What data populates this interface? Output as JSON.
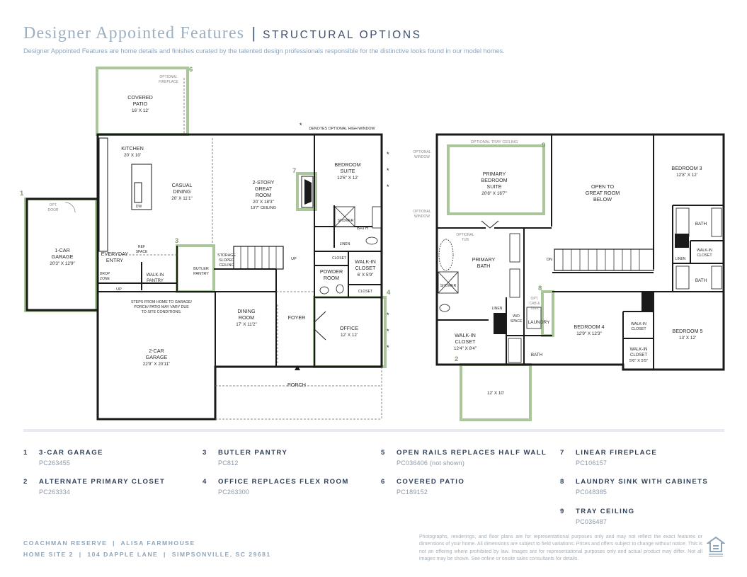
{
  "header": {
    "title": "Designer Appointed Features",
    "separator": "|",
    "section": "STRUCTURAL OPTIONS",
    "subtitle": "Designer Appointed Features are home details and finishes curated by the talented design professionals responsible for the distinctive looks found in our model homes."
  },
  "floor1": {
    "covered_patio": {
      "name": "COVERED",
      "name2": "PATIO",
      "dims": "16' X 12'"
    },
    "optional_fireplace": {
      "line1": "OPTIONAL",
      "line2": "FIREPLACE"
    },
    "kitchen": {
      "name": "KITCHEN",
      "dims": "20' X 10'"
    },
    "casual_dining": {
      "name": "CASUAL",
      "name2": "DINING",
      "dims": "20' X 11'1\""
    },
    "great_room": {
      "name": "2-STORY",
      "name2": "GREAT",
      "name3": "ROOM",
      "dims": "20' X 18'3\"",
      "ceiling": "19'7\" CEILING"
    },
    "high_window_note": "DENOTES OPTIONAL HIGH WINDOW",
    "bedroom_suite": {
      "name": "BEDROOM",
      "name2": "SUITE",
      "dims": "12'6\" X 12'"
    },
    "shower": "SHOWER",
    "bath": "BATH",
    "linen": "LINEN",
    "closet": "CLOSET",
    "closet2": "CLOSET",
    "powder_room": {
      "name": "POWDER",
      "name2": "ROOM"
    },
    "walk_in_closet": {
      "name": "WALK-IN",
      "name2": "CLOSET",
      "dims": "6' X 5'9\""
    },
    "garage_1car": {
      "name": "1-CAR",
      "name2": "GARAGE",
      "dims": "20'3\" X 12'9\""
    },
    "opt_door": {
      "line1": "OPT.",
      "line2": "DOOR"
    },
    "dw": "DW",
    "ref_space": {
      "line1": "REF",
      "line2": "SPACE"
    },
    "everyday_entry": {
      "name": "EVERYDAY",
      "name2": "ENTRY"
    },
    "drop_zone": {
      "line1": "DROP",
      "line2": "ZONE"
    },
    "walk_in_pantry": {
      "name": "WALK-IN",
      "name2": "PANTRY"
    },
    "butler_pantry": {
      "name": "BUTLER",
      "name2": "PANTRY"
    },
    "storage": {
      "line1": "STORAGE",
      "line2": "SLOPED",
      "line3": "CEILING"
    },
    "up": "UP",
    "up2": "UP",
    "steps_note": {
      "line1": "STEPS FROM HOME TO GARAGE/",
      "line2": "PORCH/ PATIO MAY VARY DUE",
      "line3": "TO SITE CONDITIONS."
    },
    "dining_room": {
      "name": "DINING",
      "name2": "ROOM",
      "dims": "17' X 11'2\""
    },
    "foyer": "FOYER",
    "office": {
      "name": "OFFICE",
      "dims": "12' X 12'"
    },
    "garage_2car": {
      "name": "2-CAR",
      "name2": "GARAGE",
      "dims": "22'9\" X 20'11\""
    },
    "porch": "PORCH"
  },
  "floor2": {
    "tray_ceiling": "OPTIONAL TRAY CEILING",
    "opt_window_1": {
      "line1": "OPTIONAL",
      "line2": "WINDOW"
    },
    "opt_window_2": {
      "line1": "OPTIONAL",
      "line2": "WINDOW"
    },
    "primary_suite": {
      "name": "PRIMARY",
      "name2": "BEDROOM",
      "name3": "SUITE",
      "dims": "20'8\" X 16'7\""
    },
    "open_to_great_room": {
      "line1": "OPEN TO",
      "line2": "GREAT ROOM",
      "line3": "BELOW"
    },
    "bedroom3": {
      "name": "BEDROOM 3",
      "dims": "12'8\" X 12'"
    },
    "optional_tub": {
      "line1": "OPTIONAL",
      "line2": "TUB"
    },
    "primary_bath": {
      "name": "PRIMARY",
      "name2": "BATH"
    },
    "shower": "SHOWER",
    "dn": "DN",
    "bath_a": "BATH",
    "linen_a": "LINEN",
    "walk_in_closet_a": {
      "line1": "WALK-IN",
      "line2": "CLOSET"
    },
    "bath_b": "BATH",
    "linen_b": "LINEN",
    "opt_cab_sink": {
      "line1": "OPT.",
      "line2": "CAB &",
      "line3": "SINK"
    },
    "wd_space": {
      "line1": "W/D",
      "line2": "SPACE"
    },
    "laundry": "LAUNDRY",
    "bedroom4": {
      "name": "BEDROOM 4",
      "dims": "12'9\" X 12'3\""
    },
    "walk_in_closet_b": {
      "line1": "WALK-IN",
      "line2": "CLOSET"
    },
    "bedroom5": {
      "name": "BEDROOM 5",
      "dims": "13' X 12'"
    },
    "primary_closet": {
      "name": "WALK-IN",
      "name2": "CLOSET",
      "dims": "12'4\" X 8'4\""
    },
    "bath_c": "BATH",
    "walk_in_closet_c": {
      "line1": "WALK-IN",
      "line2": "CLOSET",
      "dims": "5'6\" X 5'5\""
    },
    "alt_closet": {
      "dims": "12' X 10'"
    }
  },
  "callouts": [
    "1",
    "2",
    "3",
    "4",
    "6",
    "7",
    "8",
    "9"
  ],
  "options": [
    {
      "num": "1",
      "name": "3-CAR GARAGE",
      "code": "PC263455"
    },
    {
      "num": "2",
      "name": "ALTERNATE PRIMARY CLOSET",
      "code": "PC263334"
    },
    {
      "num": "3",
      "name": "BUTLER PANTRY",
      "code": "PC812"
    },
    {
      "num": "4",
      "name": "OFFICE REPLACES FLEX ROOM",
      "code": "PC263300"
    },
    {
      "num": "5",
      "name": "OPEN RAILS REPLACES HALF WALL",
      "code": "PC036406 (not shown)"
    },
    {
      "num": "6",
      "name": "COVERED PATIO",
      "code": "PC189152"
    },
    {
      "num": "7",
      "name": "LINEAR FIREPLACE",
      "code": "PC106157"
    },
    {
      "num": "8",
      "name": "LAUNDRY SINK WITH CABINETS",
      "code": "PC048385"
    },
    {
      "num": "9",
      "name": "TRAY CEILING",
      "code": "PC036487"
    }
  ],
  "footer": {
    "line1": "COACHMAN RESERVE  |  ALISA FARMHOUSE",
    "line2": "HOME SITE 2  |  104 DAPPLE LANE  |  SIMPSONVILLE, SC 29681",
    "disclaimer": "Photographs, renderings, and floor plans are for representational purposes only and may not reflect the exact features or dimensions of your home. All dimensions are subject to field variations. Prices and offers subject to change without notice. This is not an offering where prohibited by law. Images are for representational purposes only and actual product may differ. Not all images may be shown. See online or onsite sales consultants for details."
  },
  "colors": {
    "accent_green": "#aac69a",
    "wall": "#1a1a1a",
    "title": "#9cb0c3",
    "heading": "#2f3f57"
  },
  "icons": [
    "equal-housing-opportunity-icon",
    "fireplace-icon",
    "stair-icon"
  ]
}
